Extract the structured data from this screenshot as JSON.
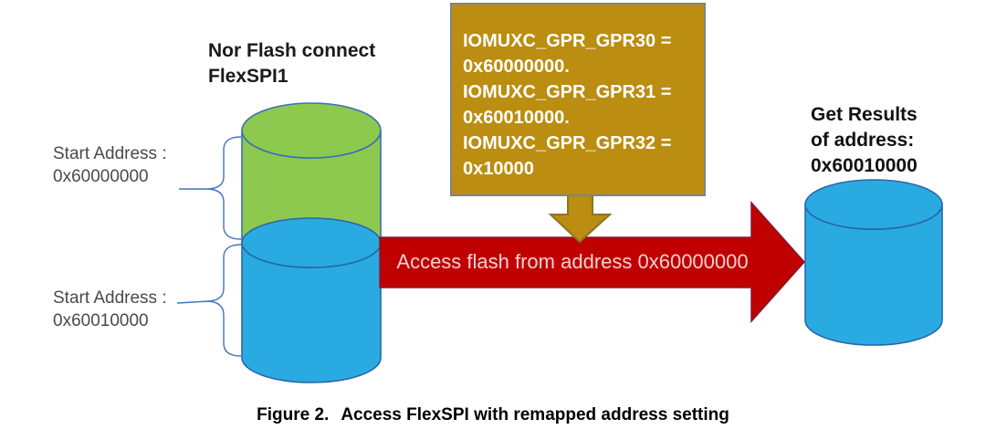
{
  "colors": {
    "green_region": "#8DC94F",
    "blue_region": "#29ABE2",
    "red_arrow": "#C00000",
    "gold": "#BB8D10",
    "cylinder_outline": "#3A6FB5",
    "brace": "#4472C4",
    "box_border": "#7F848C"
  },
  "flash_stack": {
    "title_lines": [
      "Nor Flash connect",
      "FlexSPI1"
    ],
    "region_labels": [
      {
        "line1": "Start Address :",
        "line2": "0x60000000"
      },
      {
        "line1": "Start Address :",
        "line2": "0x60010000"
      }
    ]
  },
  "gpr_box": {
    "lines": [
      "IOMUXC_GPR_GPR30 =",
      "0x60000000.",
      "IOMUXC_GPR_GPR31 =",
      "0x60010000.",
      "IOMUXC_GPR_GPR32 =",
      "0x10000"
    ]
  },
  "access_arrow": {
    "label": "Access flash from address 0x60000000"
  },
  "result": {
    "title_lines": [
      "Get Results",
      "of address:",
      "0x60010000"
    ]
  },
  "caption": {
    "label": "Figure 2.",
    "text": "Access FlexSPI with remapped address setting"
  }
}
